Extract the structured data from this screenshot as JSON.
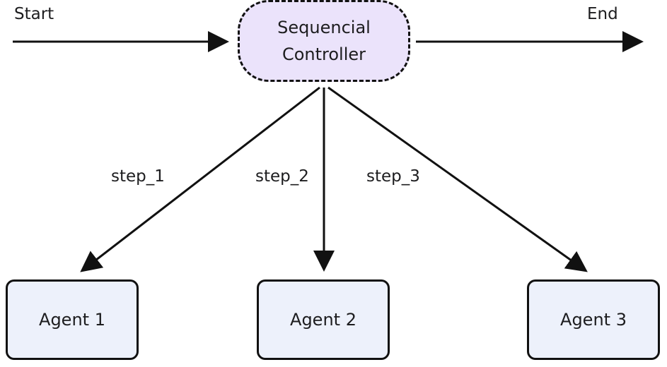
{
  "flow": {
    "start_label": "Start",
    "end_label": "End"
  },
  "controller": {
    "line1": "Sequencial",
    "line2": "Controller"
  },
  "steps": [
    {
      "label": "step_1"
    },
    {
      "label": "step_2"
    },
    {
      "label": "step_3"
    }
  ],
  "agents": [
    {
      "label": "Agent 1"
    },
    {
      "label": "Agent 2"
    },
    {
      "label": "Agent 3"
    }
  ],
  "colors": {
    "controller_fill": "#ebe3fb",
    "agent_fill": "#edf1fb",
    "stroke": "#111111"
  }
}
